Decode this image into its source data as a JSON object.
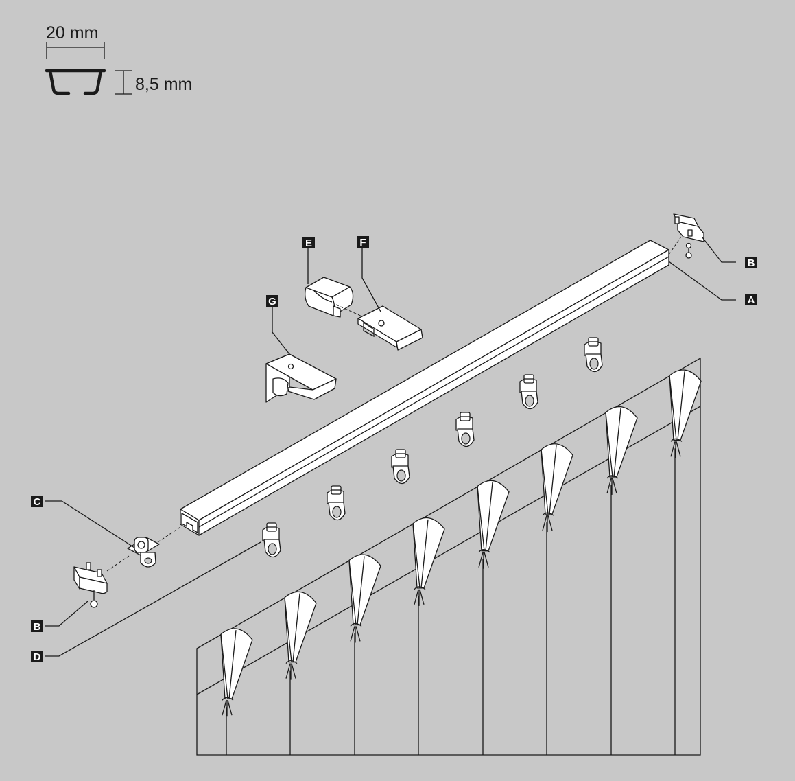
{
  "profile": {
    "width_label": "20 mm",
    "height_label": "8,5 mm"
  },
  "callouts": {
    "A": "A",
    "B": "B",
    "C": "C",
    "D": "D",
    "E": "E",
    "F": "F",
    "G": "G"
  },
  "colors": {
    "background": "#c8c8c8",
    "line": "#1a1a1a",
    "part_fill": "#ffffff",
    "label_box": "#1a1a1a"
  }
}
